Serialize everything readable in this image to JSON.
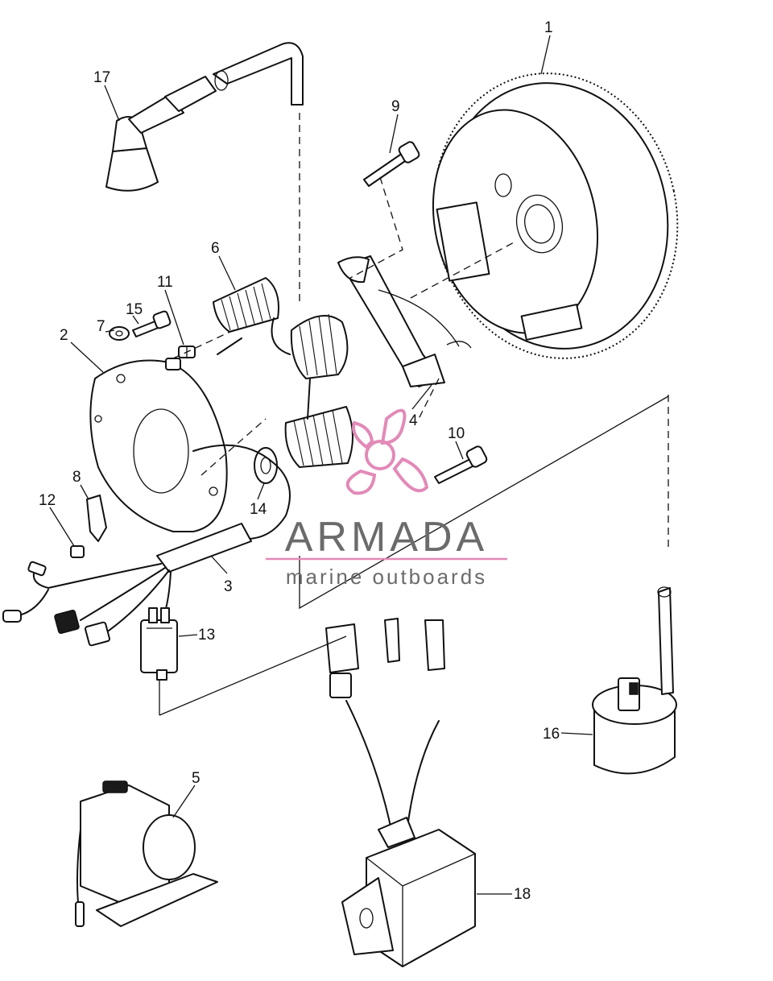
{
  "callouts": [
    {
      "label": "1"
    },
    {
      "label": "2"
    },
    {
      "label": "3"
    },
    {
      "label": "4"
    },
    {
      "label": "5"
    },
    {
      "label": "6"
    },
    {
      "label": "7"
    },
    {
      "label": "8"
    },
    {
      "label": "9"
    },
    {
      "label": "10"
    },
    {
      "label": "11"
    },
    {
      "label": "12"
    },
    {
      "label": "13"
    },
    {
      "label": "14"
    },
    {
      "label": "15"
    },
    {
      "label": "16"
    },
    {
      "label": "17"
    },
    {
      "label": "18"
    }
  ],
  "watermark": {
    "brand": "ARMADA",
    "tagline": "marine outboards",
    "accent_color": "#e28ab8",
    "text_color": "#6b6b6b"
  }
}
